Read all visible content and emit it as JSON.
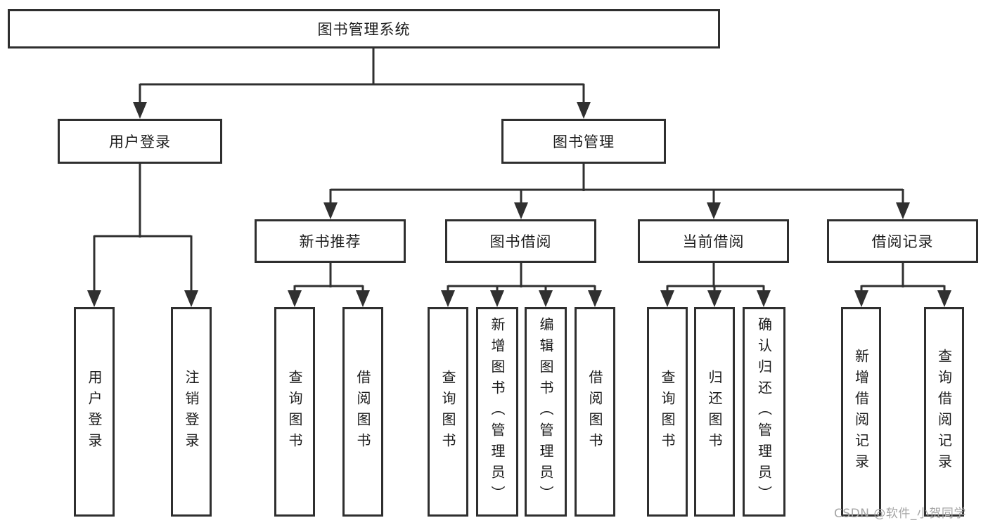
{
  "tree": {
    "root": "图书管理系统",
    "branches": [
      {
        "label": "用户登录",
        "leaves": [
          "用户登录",
          "注销登录"
        ]
      },
      {
        "label": "图书管理",
        "children": [
          {
            "label": "新书推荐",
            "leaves": [
              "查询图书",
              "借阅图书"
            ]
          },
          {
            "label": "图书借阅",
            "leaves": [
              "查询图书",
              "新增图书（管理员）",
              "编辑图书（管理员）",
              "借阅图书"
            ]
          },
          {
            "label": "当前借阅",
            "leaves": [
              "查询图书",
              "归还图书",
              "确认归还（管理员）"
            ]
          },
          {
            "label": "借阅记录",
            "leaves": [
              "新增借阅记录",
              "查询借阅记录"
            ]
          }
        ]
      }
    ]
  },
  "watermark": "CSDN @软件_小贺同学",
  "colors": {
    "line": "#303030",
    "box_border": "#2f2f2f",
    "text": "#1c1c1c",
    "watermark": "#a5a5a5",
    "background": "#ffffff"
  }
}
